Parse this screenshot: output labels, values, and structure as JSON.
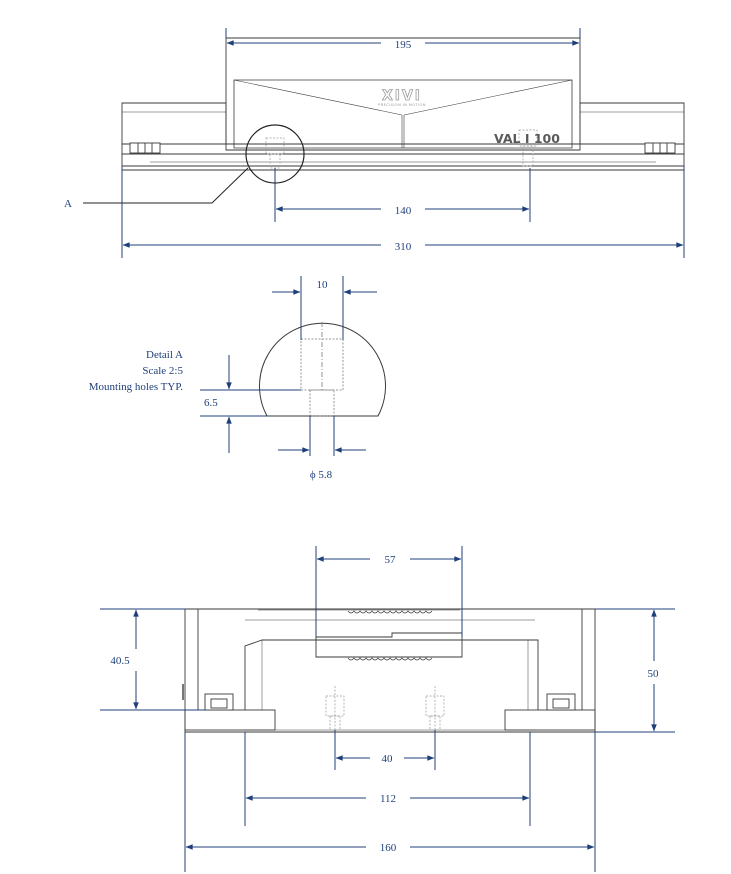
{
  "colors": {
    "dimension": "#1f3f7a",
    "outline": "#3a3a3a",
    "light": "#9a9a9a"
  },
  "front_view": {
    "brand_logo": "XIVI",
    "brand_subtitle": "PRECISION IN MOTION",
    "model": "VAL I 100",
    "detail_marker": "A",
    "dims": {
      "top_width": "195",
      "hole_spacing": "140",
      "overall_width": "310"
    }
  },
  "detail_view": {
    "note_lines": [
      "Detail  A",
      "Scale 2:5",
      "Mounting holes TYP."
    ],
    "dims": {
      "counterbore": "10",
      "depth": "6.5",
      "hole_diameter": "ϕ 5.8"
    }
  },
  "side_view": {
    "dims": {
      "top_width": "57",
      "height_left": "40.5",
      "height_right": "50",
      "hole_spacing": "40",
      "inner_width": "112",
      "overall_width": "160"
    }
  }
}
